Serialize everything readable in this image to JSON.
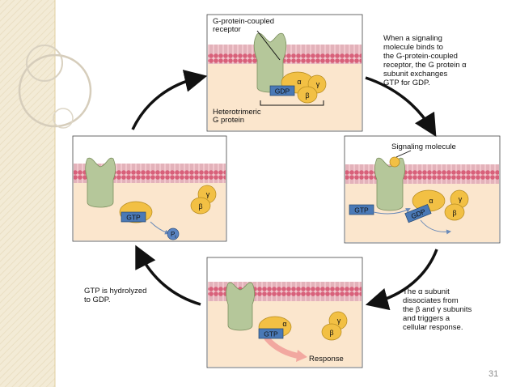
{
  "slide": {
    "page_number": "31"
  },
  "panels": {
    "top": {
      "receptor_label": "G-protein-coupled\nreceptor",
      "gdp": "GDP",
      "alpha": "α",
      "beta": "β",
      "gamma": "γ",
      "complex_label": "Heterotrimeric\nG protein"
    },
    "right": {
      "signal_label": "Signaling molecule",
      "gtp": "GTP",
      "gdp": "GDP",
      "alpha": "α",
      "beta": "β",
      "gamma": "γ"
    },
    "bottom": {
      "gtp": "GTP",
      "alpha": "α",
      "beta": "β",
      "gamma": "γ",
      "response": "Response"
    },
    "left": {
      "gtp": "GTP",
      "beta": "β",
      "gamma": "γ",
      "pi": "P",
      "pi_sub": "i"
    }
  },
  "captions": {
    "top_right": "When a signaling\nmolecule binds to\nthe G-protein-coupled\nreceptor, the G protein α\nsubunit exchanges\nGTP for GDP.",
    "bottom_right": "The α subunit\ndissociates from\nthe β and γ subunits\nand triggers a\ncellular response.",
    "bottom_left": "GTP is hydrolyzed\nto GDP."
  },
  "colors": {
    "membrane_head": "#d8607a",
    "membrane_tail": "#e9b8c0",
    "cytoplasm": "#fbe6cd",
    "receptor": "#b5c79a",
    "subunit": "#f2c044",
    "nucleotide_box": "#4a79b6",
    "pi_circle": "#5a84c2",
    "arrow": "#111111",
    "response_arrow": "#f2a8a0",
    "decor_gold": "#e3d3a8",
    "decor_ring": "#cfc6b4"
  }
}
